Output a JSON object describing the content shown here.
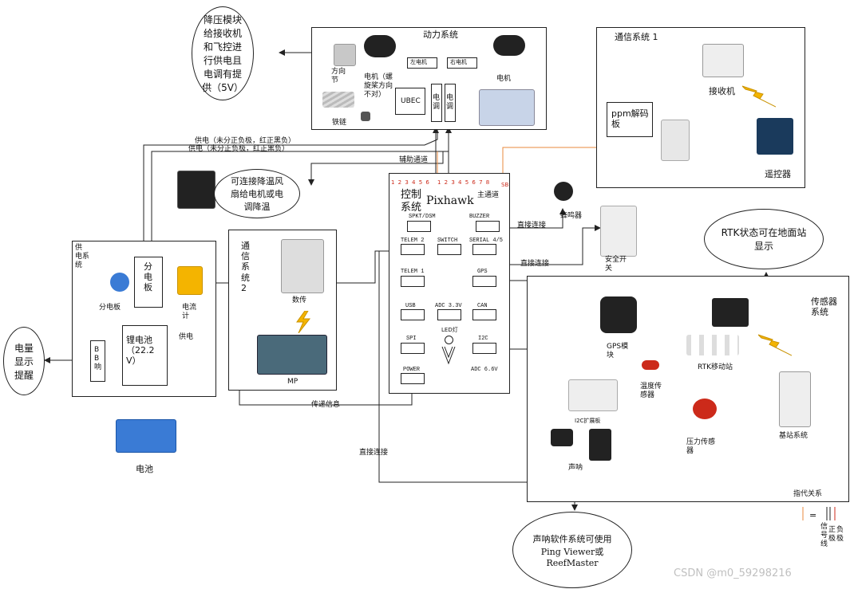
{
  "power_system": {
    "title": "动力系统",
    "dir_node": "方向\n节",
    "motor_note": "电机（螺\n旋桨方向\n不对）",
    "chain": "铁链",
    "left_motor": "左电机",
    "right_motor": "右电机",
    "ubec": "UBEC",
    "esc": "电\n调",
    "motor": "电机"
  },
  "note_step_down": "降压模块\n给接收机\n和飞控进\n行供电且\n电调有提\n供（5V）",
  "power_lines": [
    "供电（未分正负极，红正黑负）",
    "供电（未分正负极，红正黑负）"
  ],
  "aux_channel": "辅助通道",
  "main_channel": "主通道",
  "fan_note": "可连接降温风\n扇给电机或电\n调降温",
  "comm1": {
    "title": "通信系统 1",
    "ppm": "ppm解码\n板",
    "receiver": "接收机",
    "remote": "遥控器"
  },
  "pixhawk": {
    "title": "控制\n系统",
    "name": "Pixhawk",
    "channel_pins": "1 2 3 4 5 6",
    "main_pins": "1 2 3 4 5 6 7 8",
    "right_pins": "SB",
    "led": "LED灯",
    "ports": [
      "SPKT/DSM",
      "BUZZER",
      "TELEM 2",
      "SWITCH",
      "SERIAL 4/5",
      "TELEM 1",
      "GPS",
      "USB",
      "ADC 3.3V",
      "CAN",
      "SPI",
      "I2C",
      "POWER",
      "ADC 6.6V"
    ]
  },
  "buzzer": "蜂鸣器",
  "safety_switch": "安全开\n关",
  "rtk_note": "RTK状态可在地面站\n显示",
  "power_supply": {
    "title": "供\n电系\n统",
    "distributor_label": "分电板",
    "distributor": "分\n电\n板",
    "current_meter": "电流\n计",
    "supply": "供电",
    "battery_pack": "锂电池\n（22.2\nV）",
    "bb": "B\nB\n响",
    "battery": "电池"
  },
  "low_battery_note": "电量\n显示\n提醒",
  "comm2": {
    "title": "通\n信\n系\n统\n2",
    "radio": "数传",
    "mp": "MP"
  },
  "direct": "直接连接",
  "send_info": "传递信息",
  "sensors": {
    "title": "传感器\n系统",
    "gps": "GPS模\n块",
    "rtk_mobile": "RTK移动站",
    "temp": "温度传\n感器",
    "i2c": "I2C扩展板",
    "pressure": "压力传感\n器",
    "sonar": "声呐",
    "base": "基站系统",
    "refer": "指代关系"
  },
  "sonar_note": "声呐软件系统可使用\nPing Viewer或\nReefMaster",
  "legend": {
    "eq": "=",
    "signal": "信\n号\n线",
    "pos": "正\n极",
    "neg": "负\n极"
  },
  "watermark": "CSDN @m0_59298216",
  "colors": {
    "orange": "#e8893c",
    "red": "#cc2a1a",
    "yellow": "#f4b400",
    "blue": "#3a7bd5",
    "sky": "#1a3a5c"
  }
}
